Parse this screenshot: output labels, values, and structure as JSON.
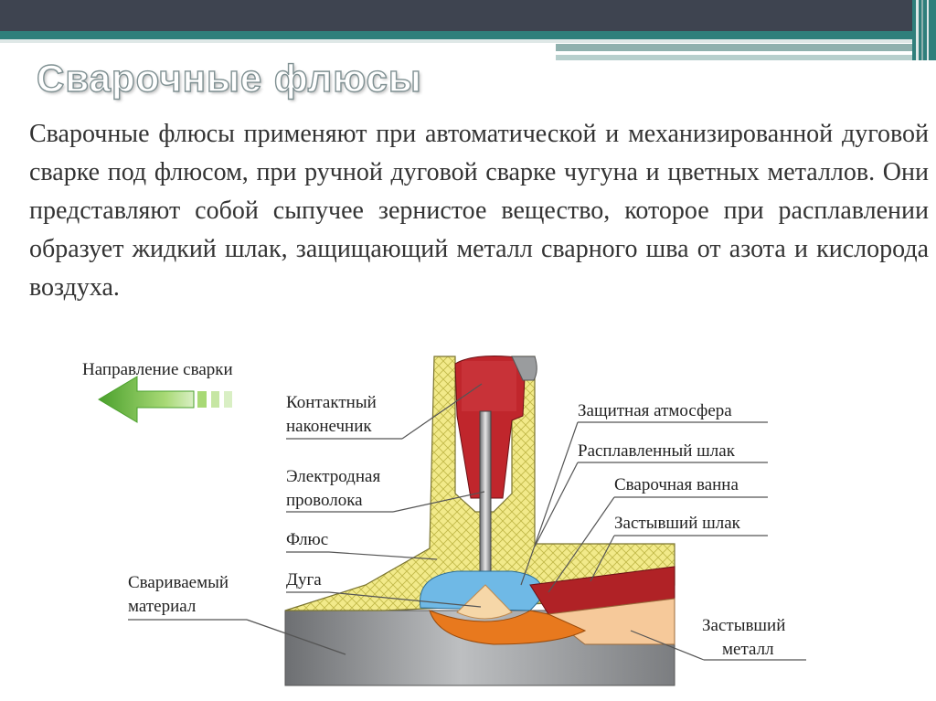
{
  "slide": {
    "title": "Сварочные флюсы",
    "paragraph": "Сварочные флюсы применяют при автоматической и механизированной дуговой сварке под флюсом, при ручной дуговой сварке чугуна и цветных металлов. Они представляют собой сыпучее зернистое вещество, которое при расплавлении образует жидкий шлак, защищающий металл сварного шва от азота и кислорода воздуха."
  },
  "diagram": {
    "direction_label": "Направление сварки",
    "labels": {
      "contact_tip_1": "Контактный",
      "contact_tip_2": "наконечник",
      "electrode_1": "Электродная",
      "electrode_2": "проволока",
      "flux": "Флюс",
      "arc": "Дуга",
      "base_material_1": "Свариваемый",
      "base_material_2": "материал",
      "shield_atmosphere": "Защитная атмосфера",
      "molten_slag": "Расплавленный шлак",
      "weld_pool": "Сварочная ванна",
      "solid_slag": "Застывший шлак",
      "solid_metal_1": "Застывший",
      "solid_metal_2": "металл"
    }
  },
  "colors": {
    "header_dark": "#3e4450",
    "header_teal": "#2f7f7b",
    "arrow_green": "#7dc243",
    "tip_red": "#c0262c",
    "flux_yellow": "#f2ea8a",
    "weld_pool_blue": "#6fb9e6",
    "molten_metal_orange": "#e8791e",
    "solid_metal_beige": "#f6c99a",
    "base_gray": "#8d8f91"
  }
}
